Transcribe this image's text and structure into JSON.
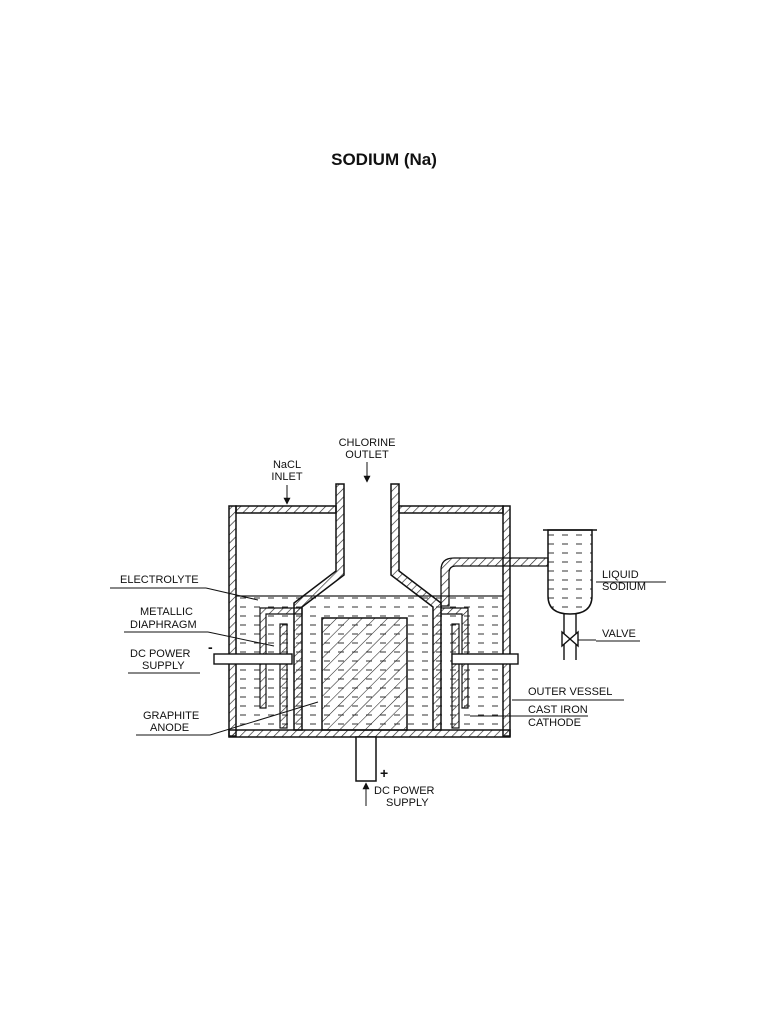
{
  "title": "SODIUM (Na)",
  "diagram": {
    "labels": {
      "chlorine_outlet": [
        "CHLORINE",
        "OUTLET"
      ],
      "nacl_inlet": [
        "NaCL",
        "INLET"
      ],
      "electrolyte": "ELECTROLYTE",
      "metallic_diaphragm": [
        "METALLIC",
        "DIAPHRAGM"
      ],
      "dc_power_supply_left": [
        "DC POWER",
        "SUPPLY"
      ],
      "graphite_anode": [
        "GRAPHITE",
        "ANODE"
      ],
      "liquid_sodium": [
        "LIQUID",
        "SODIUM"
      ],
      "valve": "VALVE",
      "outer_vessel": "OUTER VESSEL",
      "cast_iron_cathode": [
        "CAST IRON",
        "CATHODE"
      ],
      "dc_power_supply_bottom": [
        "DC POWER",
        "SUPPLY"
      ],
      "minus_sign": "-",
      "plus_sign": "+"
    }
  }
}
